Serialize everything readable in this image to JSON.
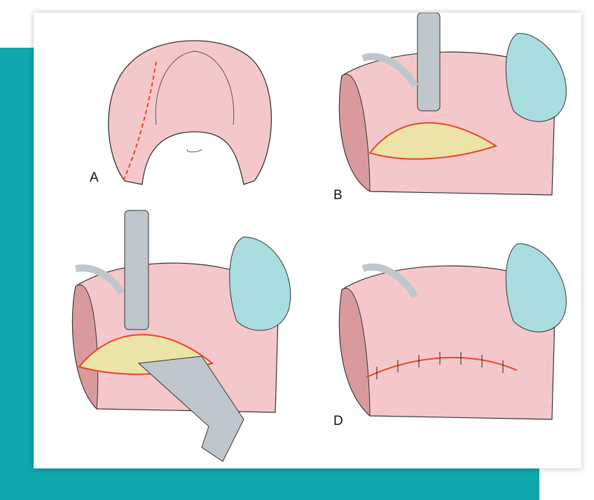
{
  "panels": [
    {
      "label": "A"
    },
    {
      "label": "B"
    },
    {
      "label": ""
    },
    {
      "label": "D"
    }
  ],
  "colors": {
    "accent_teal": "#10a7ab",
    "tissue_pink": "#f4c8ca",
    "tissue_dark": "#d99a9e",
    "fat_yellow": "#ece3a6",
    "incision_red": "#e8452c",
    "finger_blue": "#a9dde0",
    "instrument_gray": "#bfc7cc"
  }
}
